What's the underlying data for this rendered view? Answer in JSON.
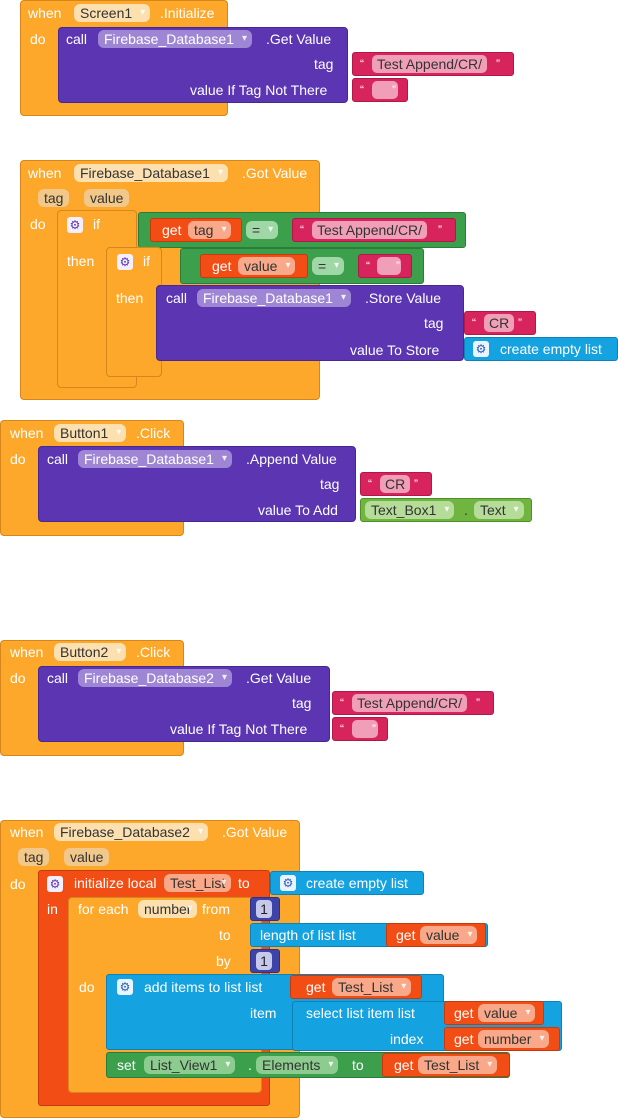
{
  "b1": {
    "when": "when",
    "component": "Screen1",
    "event": ".Initialize",
    "do": "do",
    "call": "call",
    "db": "Firebase_Database1",
    "method": ".Get Value",
    "tag_label": "tag",
    "tag_value": "Test Append/CR/",
    "default_label": "value If Tag Not There"
  },
  "b2": {
    "when": "when",
    "component": "Firebase_Database1",
    "event": ".Got Value",
    "p_tag": "tag",
    "p_value": "value",
    "do": "do",
    "if": "if",
    "get": "get",
    "var_tag": "tag",
    "eq": "=",
    "text1": "Test Append/CR/",
    "then": "then",
    "if2": "if",
    "var_value": "value",
    "then2": "then",
    "call": "call",
    "db": "Firebase_Database1",
    "method": ".Store Value",
    "tag_label": "tag",
    "tag_value": "CR",
    "store_label": "value To Store",
    "list": "create empty list"
  },
  "b3": {
    "when": "when",
    "component": "Button1",
    "event": ".Click",
    "do": "do",
    "call": "call",
    "db": "Firebase_Database1",
    "method": ".Append Value",
    "tag_label": "tag",
    "tag_value": "CR",
    "add_label": "value To Add",
    "textbox": "Text_Box1",
    "dot": ".",
    "prop": "Text"
  },
  "b4": {
    "when": "when",
    "component": "Button2",
    "event": ".Click",
    "do": "do",
    "call": "call",
    "db": "Firebase_Database2",
    "method": ".Get Value",
    "tag_label": "tag",
    "tag_value": "Test Append/CR/",
    "default_label": "value If Tag Not There"
  },
  "b5": {
    "when": "when",
    "component": "Firebase_Database2",
    "event": ".Got Value",
    "p_tag": "tag",
    "p_value": "value",
    "do": "do",
    "init": "initialize local",
    "localname": "Test_List",
    "to": "to",
    "list": "create empty list",
    "in": "in",
    "foreach": "for each",
    "number": "number",
    "from": "from",
    "from_val": "1",
    "to2": "to",
    "length": "length of list  list",
    "get": "get",
    "var_value": "value",
    "by": "by",
    "by_val": "1",
    "do2": "do",
    "additems": "add items to list  list",
    "var_list": "Test_List",
    "item": "item",
    "select": "select list item  list",
    "index": "index",
    "var_number": "number",
    "set": "set",
    "listview": "List_View1",
    "dot": ".",
    "elements": "Elements",
    "to3": "to"
  }
}
